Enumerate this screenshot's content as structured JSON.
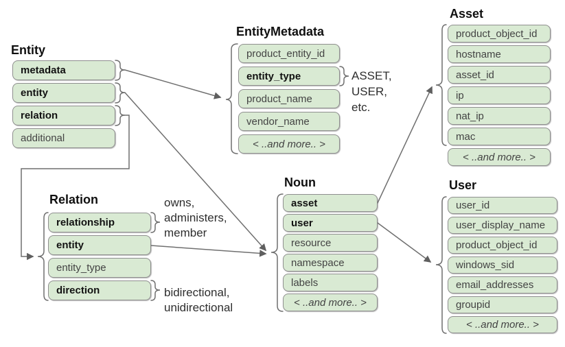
{
  "boxes": {
    "entity": {
      "title": "Entity",
      "fields": [
        "metadata",
        "entity",
        "relation",
        "additional"
      ]
    },
    "entity_metadata": {
      "title": "EntityMetadata",
      "fields": [
        "product_entity_id",
        "entity_type",
        "product_name",
        "vendor_name",
        "< ..and more.. >"
      ]
    },
    "asset": {
      "title": "Asset",
      "fields": [
        "product_object_id",
        "hostname",
        "asset_id",
        "ip",
        "nat_ip",
        "mac",
        "< ..and more.. >"
      ]
    },
    "relation": {
      "title": "Relation",
      "fields": [
        "relationship",
        "entity",
        "entity_type",
        "direction"
      ]
    },
    "noun": {
      "title": "Noun",
      "fields": [
        "asset",
        "user",
        "resource",
        "namespace",
        "labels",
        "< ..and more.. >"
      ]
    },
    "user": {
      "title": "User",
      "fields": [
        "user_id",
        "user_display_name",
        "product_object_id",
        "windows_sid",
        "email_addresses",
        "groupid",
        "< ..and more.. >"
      ]
    }
  },
  "annotations": {
    "entity_type_values": {
      "lines": [
        "ASSET,",
        "USER,",
        "etc."
      ]
    },
    "relationship_values": {
      "lines": [
        "owns,",
        "administers,",
        "member"
      ]
    },
    "direction_values": {
      "lines": [
        "bidirectional,",
        "unidirectional"
      ]
    }
  },
  "colors": {
    "field_fill": "#d9ead3",
    "field_border": "#8e8e8e",
    "connector": "#6b6b6b",
    "bold_text": "#121212",
    "regular_text": "#434343",
    "annotation_text": "#2e2e2e"
  }
}
